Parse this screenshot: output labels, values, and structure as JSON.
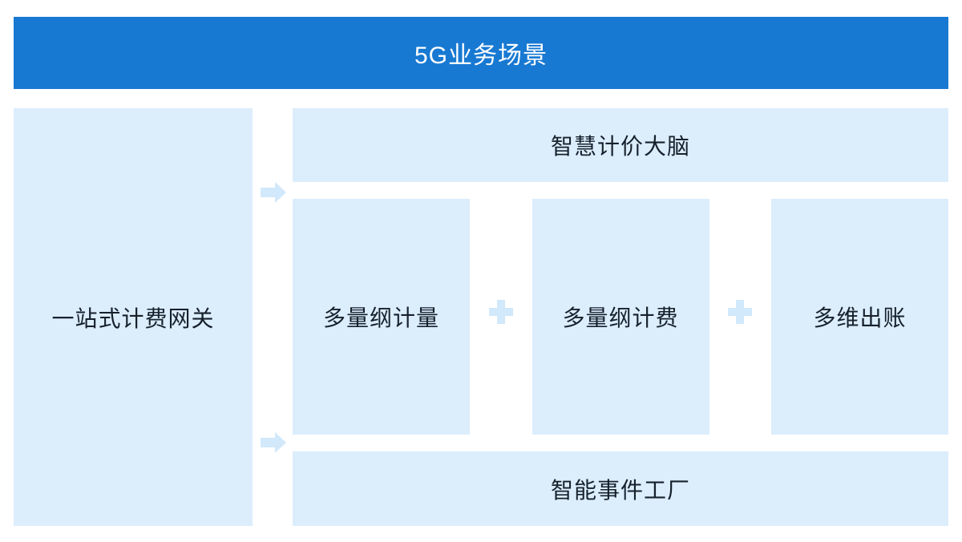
{
  "title_bar": {
    "label": "5G业务场景"
  },
  "gateway_box": {
    "label": "一站式计费网关"
  },
  "pricing_brain_bar": {
    "label": "智慧计价大脑"
  },
  "middle_boxes": [
    {
      "label": "多量纲计量"
    },
    {
      "label": "多量纲计费"
    },
    {
      "label": "多维出账"
    }
  ],
  "event_factory_bar": {
    "label": "智能事件工厂"
  },
  "icons": {
    "plus": "+",
    "arrow_right": "→"
  },
  "colors": {
    "banner_bg": "#1879d2",
    "banner_text": "#ffffff",
    "box_bg": "#dcedfc",
    "accent": "#d2e8fb",
    "text": "#16212c"
  }
}
